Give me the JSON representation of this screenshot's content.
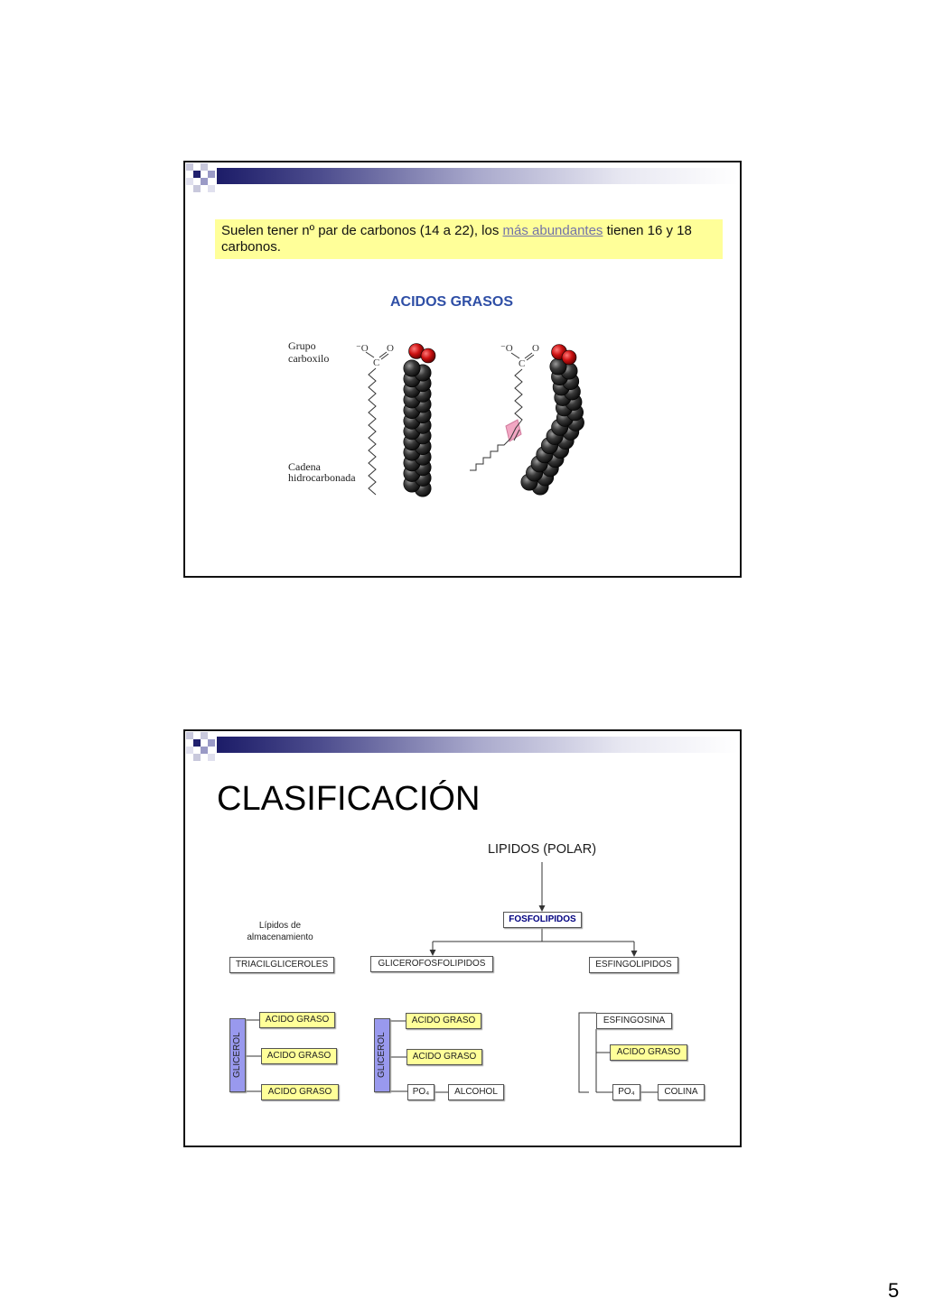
{
  "page_number": "5",
  "slide1": {
    "note": {
      "before": "Suelen tener nº par de carbonos (14 a 22), los ",
      "link": "más abundantes",
      "after": " tienen 16 y 18 carbonos."
    },
    "figure": {
      "title": "ACIDOS GRASOS",
      "label_carboxyl": [
        "Grupo",
        "carboxilo"
      ],
      "label_chain": [
        "Cadena",
        "hidrocarbonada"
      ],
      "formula": {
        "anion": "⁻O",
        "oxygen": "O",
        "carbon": "C"
      }
    },
    "colors": {
      "highlight": "#ffff99",
      "link": "#7373a8",
      "figure_title": "#2f4fa6",
      "cis_bond": "#f2a7c3"
    }
  },
  "slide2": {
    "title": "CLASIFICACIÓN",
    "root": "LIPIDOS (POLAR)",
    "storage_caption": [
      "Lípidos de",
      "almacenamiento"
    ],
    "fosfolipidos": "FOSFOLIPIDOS",
    "triacilgliceroles": "TRIACILGLICEROLES",
    "glicerofosfolipidos": "GLICEROFOSFOLIPIDOS",
    "esfingolipidos": "ESFINGOLIPIDOS",
    "triacylglycerol_structure": {
      "backbone": "GLICEROL",
      "fatty_acids": [
        "ACIDO GRASO",
        "ACIDO GRASO",
        "ACIDO GRASO"
      ]
    },
    "glycerophospholipid_structure": {
      "backbone": "GLICEROL",
      "fatty_acids": [
        "ACIDO GRASO",
        "ACIDO GRASO"
      ],
      "phosphate": "PO₄",
      "head_group": "ALCOHOL"
    },
    "sphingolipid_structure": {
      "backbone": "ESFINGOSINA",
      "fatty_acids": [
        "ACIDO GRASO"
      ],
      "phosphate": "PO₄",
      "head_group": "COLINA"
    },
    "colors": {
      "fatty_acid_box": "#ffff99",
      "glycerol_box": "#9999ee",
      "fosfolipidos_text": "#000080"
    }
  }
}
